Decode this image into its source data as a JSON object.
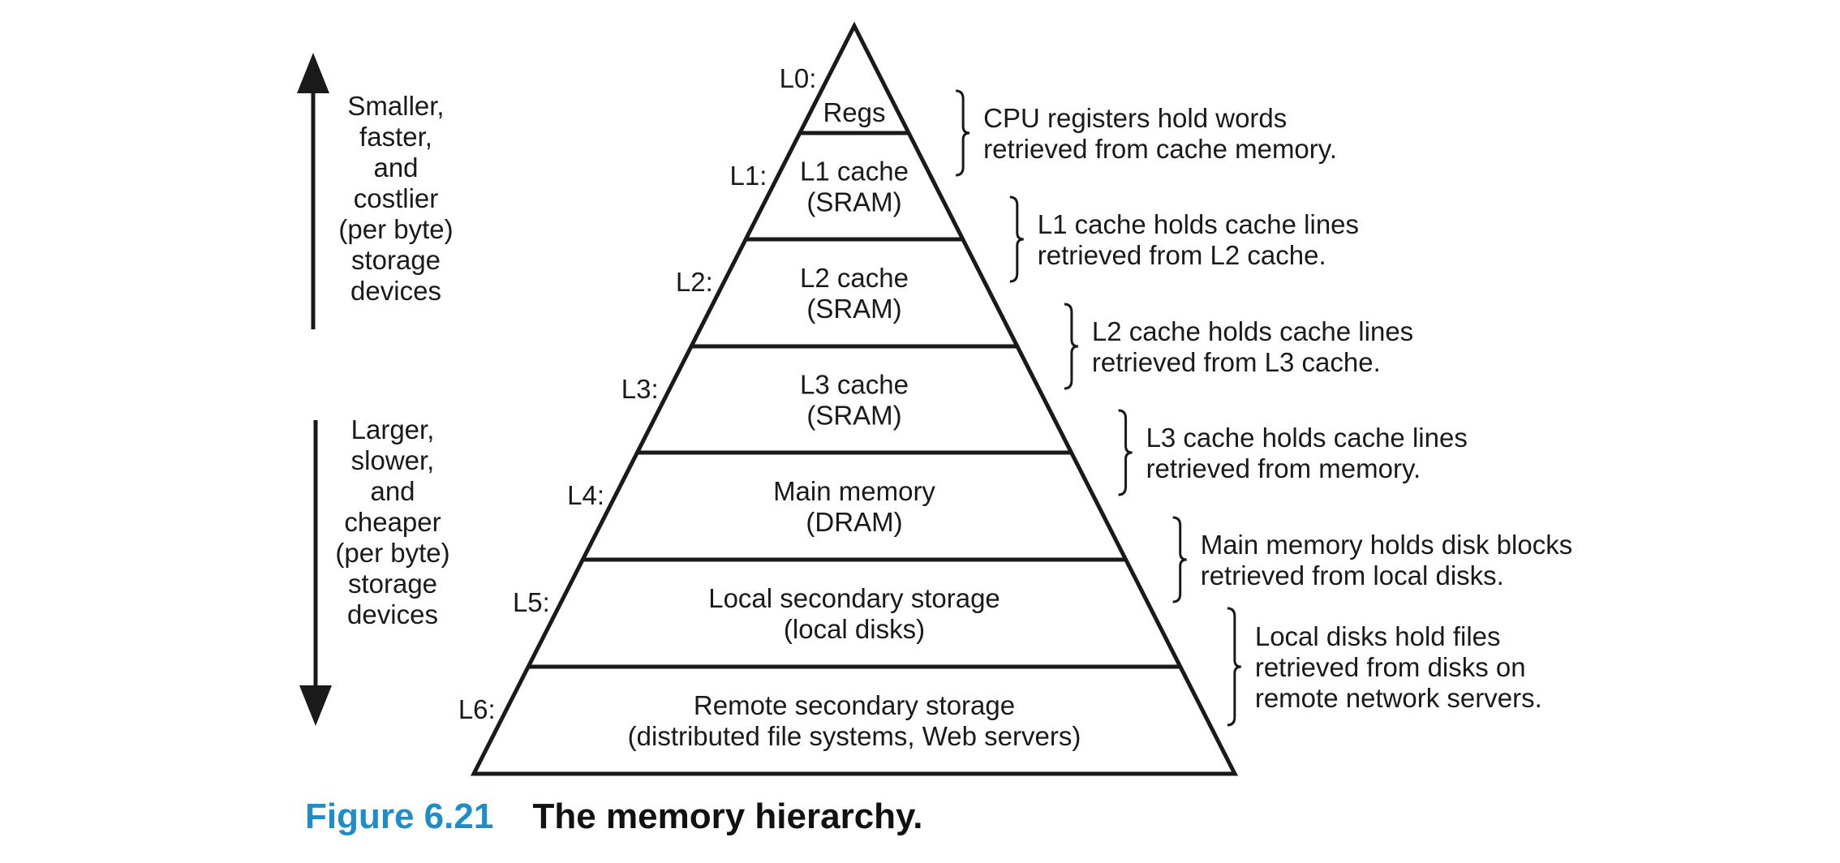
{
  "figure": {
    "number": "Figure 6.21",
    "title": "The memory hierarchy.",
    "accent_color": "#1f8dc8"
  },
  "side_notes": {
    "top": [
      "Smaller,",
      "faster,",
      "and",
      "costlier",
      "(per byte)",
      "storage",
      "devices"
    ],
    "bottom": [
      "Larger,",
      "slower,",
      "and",
      "cheaper",
      "(per byte)",
      "storage",
      "devices"
    ]
  },
  "levels": [
    {
      "label": "L0:",
      "name": [
        "Regs"
      ],
      "description": [
        "CPU registers hold words",
        "retrieved from cache memory."
      ]
    },
    {
      "label": "L1:",
      "name": [
        "L1 cache",
        "(SRAM)"
      ],
      "description": [
        "L1 cache holds cache lines",
        "retrieved from L2 cache."
      ]
    },
    {
      "label": "L2:",
      "name": [
        "L2 cache",
        "(SRAM)"
      ],
      "description": [
        "L2 cache holds cache lines",
        "retrieved from L3 cache."
      ]
    },
    {
      "label": "L3:",
      "name": [
        "L3 cache",
        "(SRAM)"
      ],
      "description": [
        "L3 cache holds cache lines",
        "retrieved from memory."
      ]
    },
    {
      "label": "L4:",
      "name": [
        "Main memory",
        "(DRAM)"
      ],
      "description": [
        "Main memory holds disk blocks",
        "retrieved from local disks."
      ]
    },
    {
      "label": "L5:",
      "name": [
        "Local secondary storage",
        "(local disks)"
      ],
      "description": [
        "Local disks hold files",
        "retrieved from disks on",
        "remote network servers."
      ]
    },
    {
      "label": "L6:",
      "name": [
        "Remote secondary storage",
        "(distributed file systems, Web servers)"
      ],
      "description": []
    }
  ]
}
